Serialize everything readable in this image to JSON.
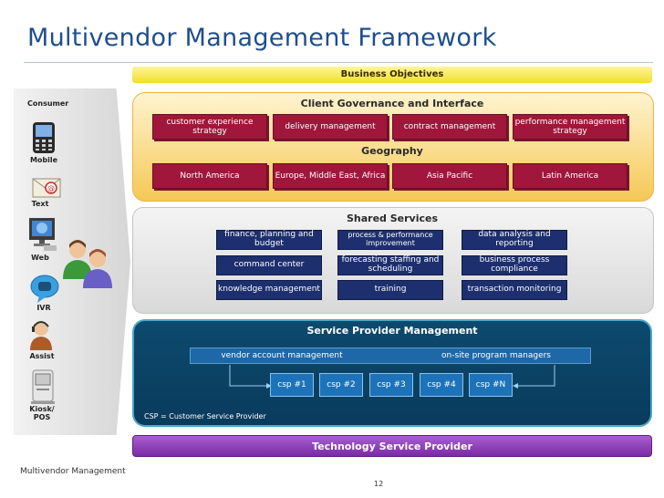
{
  "title": "Multivendor Management Framework",
  "business_objectives": "Business Objectives",
  "consumer": {
    "label": "Consumer",
    "channels": [
      {
        "label": "Mobile",
        "icon": "mobile-phone-icon"
      },
      {
        "label": "Text",
        "icon": "text-message-icon"
      },
      {
        "label": "Web",
        "icon": "web-browser-icon"
      },
      {
        "label": "IVR",
        "icon": "ivr-phone-icon"
      },
      {
        "label": "Assist",
        "icon": "assist-agent-icon"
      },
      {
        "label": "Kiosk/ POS",
        "icon": "kiosk-icon"
      }
    ],
    "people_icon": "consumers-people-icon"
  },
  "governance": {
    "title": "Client Governance and Interface",
    "items": [
      "customer experience strategy",
      "delivery management",
      "contract management",
      "performance management strategy"
    ],
    "geography_title": "Geography",
    "geographies": [
      "North America",
      "Europe, Middle East, Africa",
      "Asia Pacific",
      "Latin America"
    ]
  },
  "shared_services": {
    "title": "Shared Services",
    "items": [
      "finance, planning and budget",
      "process & performance improvement",
      "data analysis and reporting",
      "command center",
      "forecasting staffing and scheduling",
      "business process compliance",
      "knowledge management",
      "training",
      "transaction monitoring"
    ]
  },
  "service_provider": {
    "title": "Service Provider Management",
    "bar_left": "vendor account management",
    "bar_right": "on-site program managers",
    "csps": [
      "csp #1",
      "csp #2",
      "csp #3",
      "csp #4",
      "csp #N"
    ],
    "note": "CSP = Customer Service Provider"
  },
  "technology": "Technology Service Provider",
  "footer": "Multivendor Management",
  "page_number": "12",
  "colors": {
    "title": "#1f4e8c",
    "governance_box": "#a0173b",
    "shared_box": "#1d2f6e",
    "service_provider_bg": "#0a3b5c",
    "technology_bar": "#8a3bb4",
    "business_objectives_bar": "#f1df2a"
  }
}
